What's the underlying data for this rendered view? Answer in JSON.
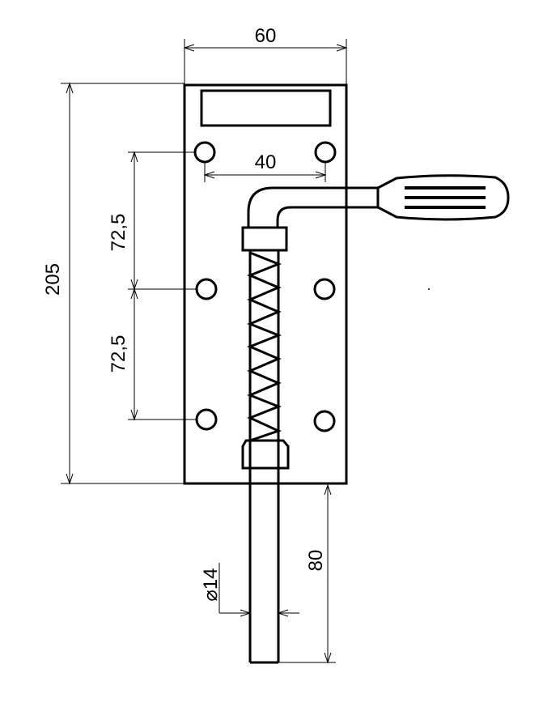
{
  "dimensions": {
    "width_top": "60",
    "hole_spacing": "40",
    "overall_height": "205",
    "hole_pitch_upper": "72,5",
    "hole_pitch_lower": "72,5",
    "pin_extension": "80",
    "pin_diameter": "⌀14"
  },
  "colors": {
    "line": "#000000",
    "background": "#ffffff"
  }
}
